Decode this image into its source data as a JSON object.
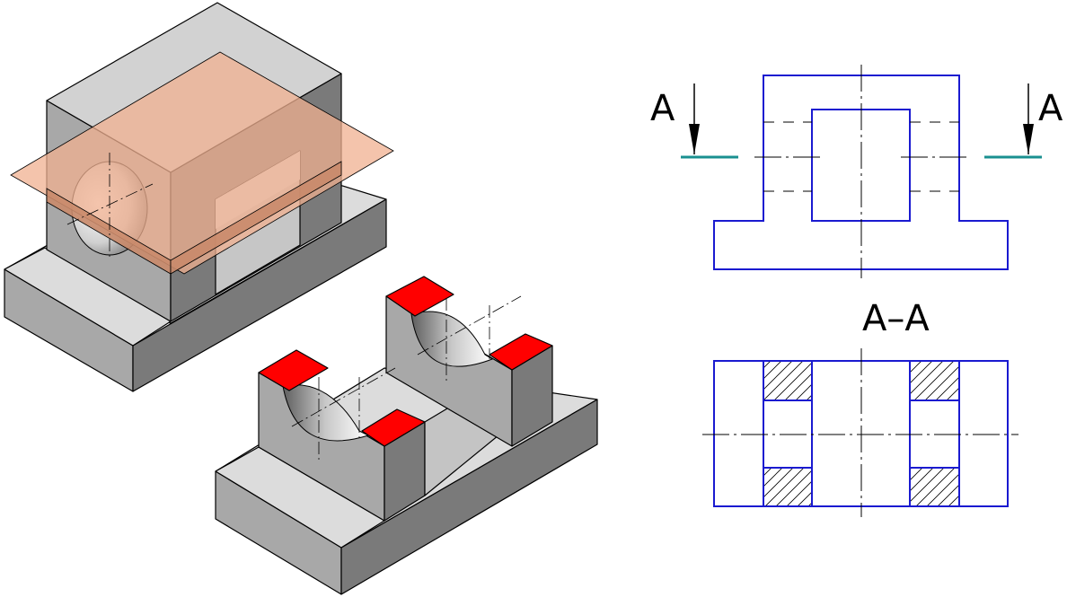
{
  "drawing": {
    "cut_arrow_left_label": "A",
    "cut_arrow_right_label": "A",
    "section_label": "A–A"
  },
  "colors": {
    "part_light": "#dcdcdc",
    "part_mid": "#a8a8a8",
    "part_dark": "#7a7a7a",
    "cut_plane": "#f0b090",
    "cut_face": "#ff0000",
    "drawing_lines": "#1a1ad0",
    "cut_line": "#1a9090"
  }
}
